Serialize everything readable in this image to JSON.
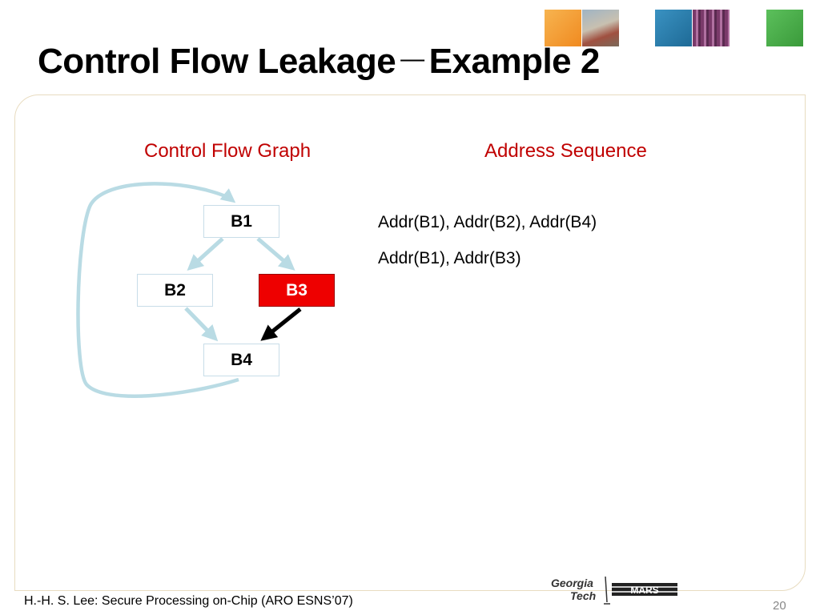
{
  "title": {
    "main": "Control Flow Leakage",
    "dash": "—",
    "suffix": "Example 2"
  },
  "columns": {
    "left_heading": "Control Flow Graph",
    "right_heading": "Address Sequence"
  },
  "graph": {
    "nodes": [
      {
        "id": "B1",
        "label": "B1",
        "highlighted": false
      },
      {
        "id": "B2",
        "label": "B2",
        "highlighted": false
      },
      {
        "id": "B3",
        "label": "B3",
        "highlighted": true
      },
      {
        "id": "B4",
        "label": "B4",
        "highlighted": false
      }
    ],
    "edges": [
      {
        "from": "B1",
        "to": "B2",
        "style": "light"
      },
      {
        "from": "B1",
        "to": "B3",
        "style": "light"
      },
      {
        "from": "B2",
        "to": "B4",
        "style": "light"
      },
      {
        "from": "B3",
        "to": "B4",
        "style": "bold"
      },
      {
        "from": "B4",
        "to": "B1",
        "style": "light",
        "kind": "loop-back"
      }
    ]
  },
  "sequences": [
    "Addr(B1), Addr(B2), Addr(B4)",
    "Addr(B1), Addr(B3)"
  ],
  "logo": {
    "line1": "Georgia",
    "line2": "Tech",
    "mark": "MARS"
  },
  "footer": {
    "citation": "H.-H. S. Lee: Secure Processing on-Chip (ARO ESNS’07)",
    "page_number": "20"
  },
  "colors": {
    "heading_red": "#c00000",
    "node_highlight": "#ee0000",
    "edge_light": "#b9dbe4",
    "edge_bold": "#000000",
    "square_orange": "#f5a030",
    "square_blue": "#2a7fae",
    "square_green": "#4caf50"
  }
}
